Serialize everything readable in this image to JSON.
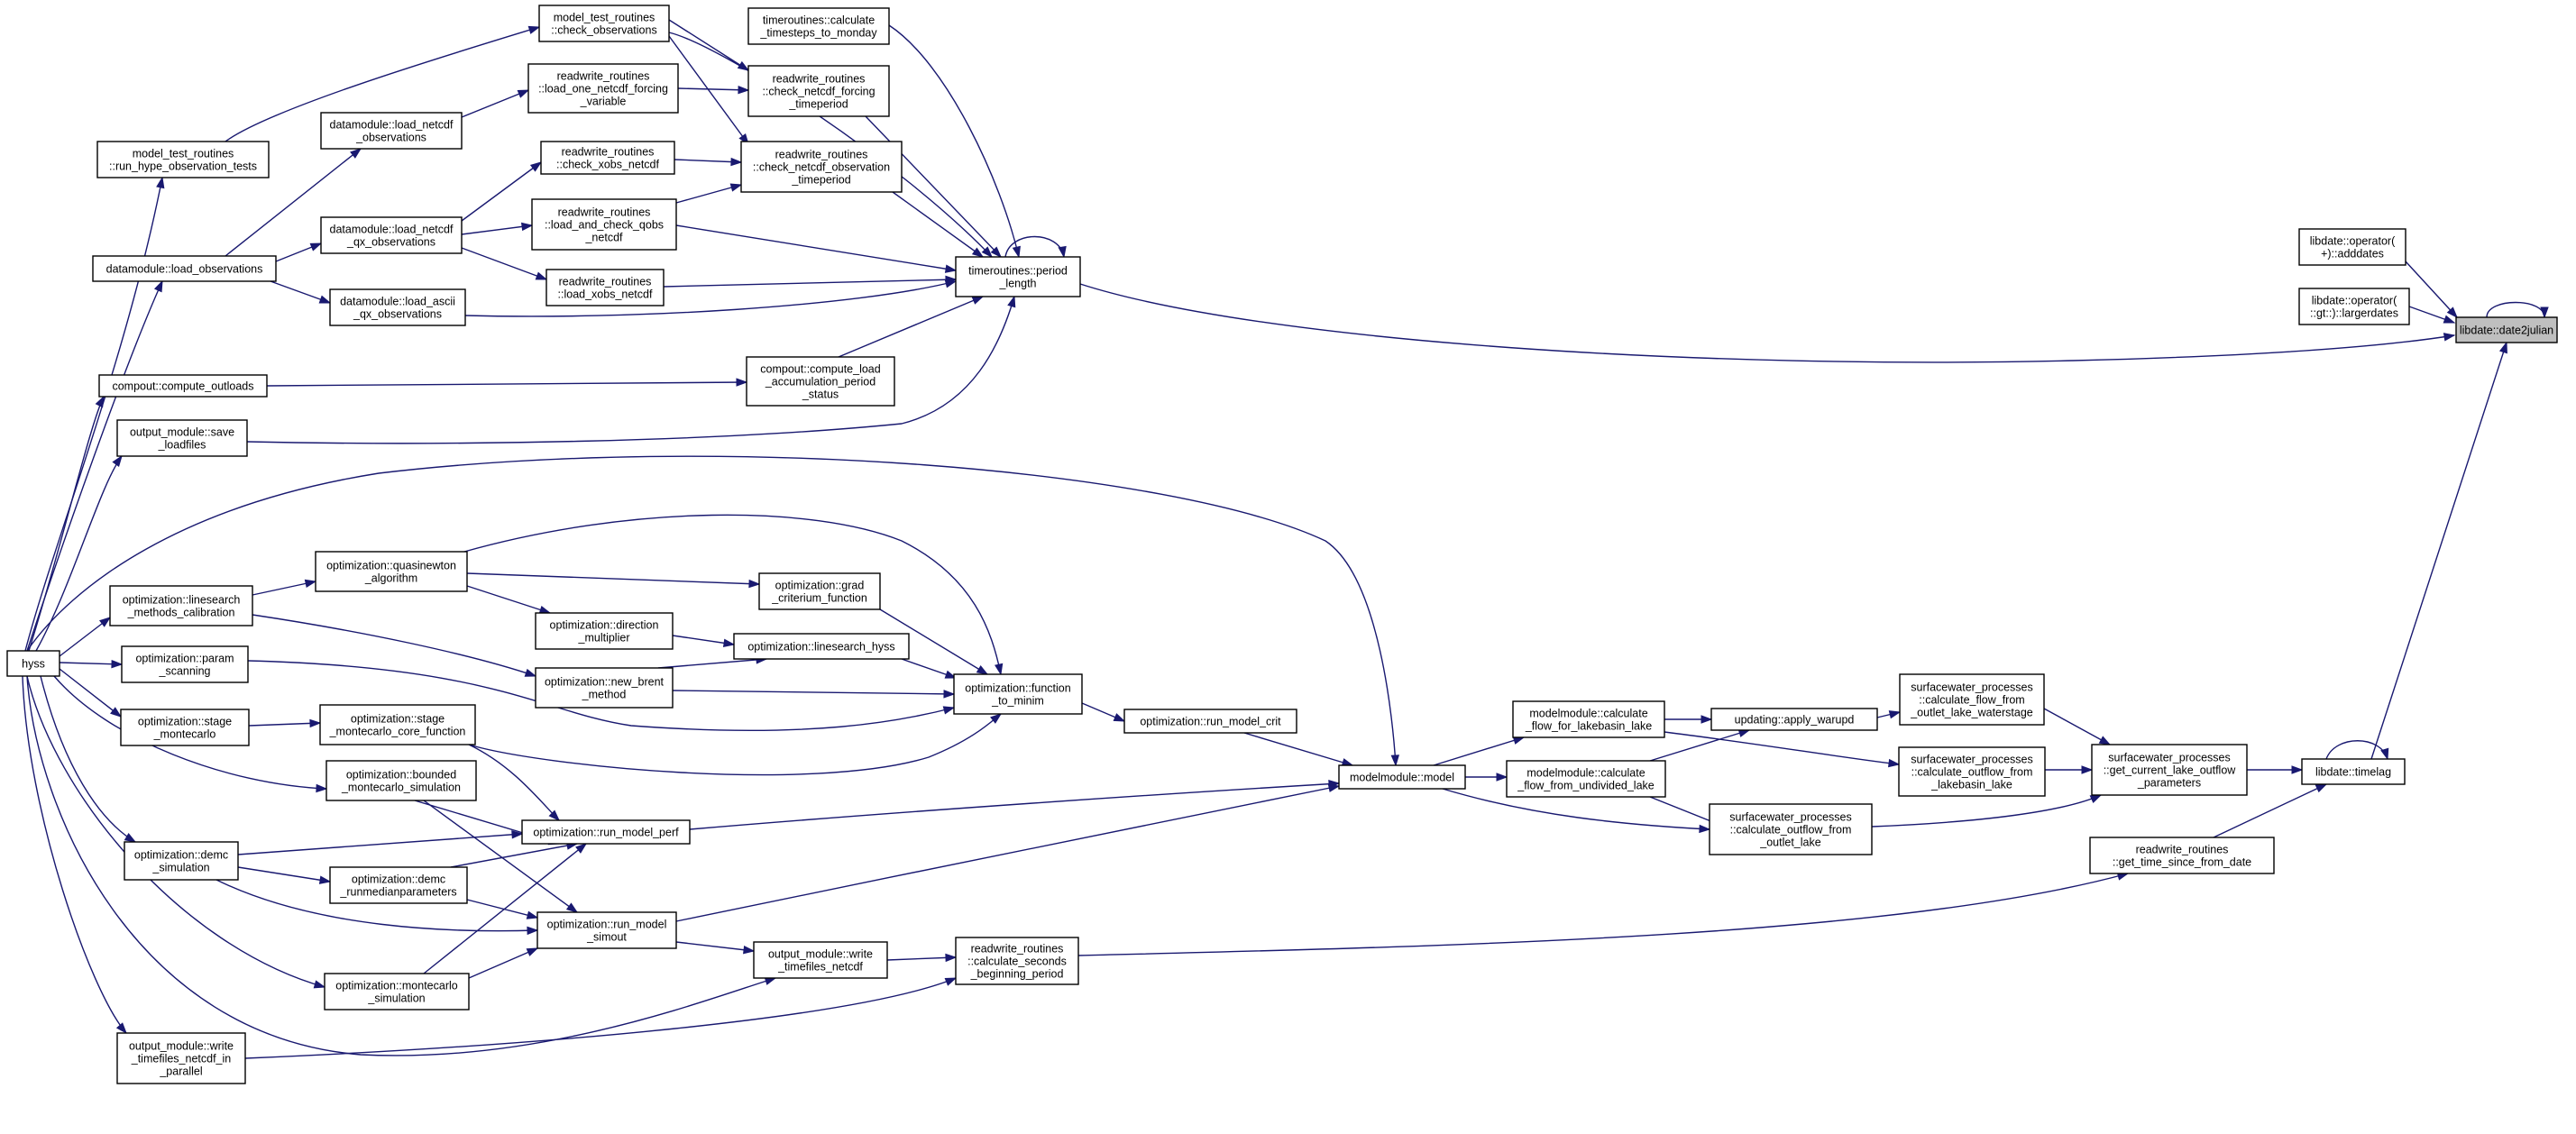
{
  "colors": {
    "edge": "#191970",
    "node_border": "#000000",
    "highlight_fill": "#bfbfbf",
    "background": "#ffffff"
  },
  "nodes": {
    "date2julian": [
      "libdate::date2julian"
    ],
    "adddates": [
      "libdate::operator(",
      "+)::adddates"
    ],
    "largerdates": [
      "libdate::operator(",
      "::gt::)::largerdates"
    ],
    "timelag": [
      "libdate::timelag"
    ],
    "get_time_since": [
      "readwrite_routines",
      "::get_time_since_from_date"
    ],
    "period_length": [
      "timeroutines::period",
      "_length"
    ],
    "get_current_lake": [
      "surfacewater_processes",
      "::get_current_lake_outflow",
      "_parameters"
    ],
    "check_obs": [
      "model_test_routines",
      "::check_observations"
    ],
    "calc_timesteps": [
      "timeroutines::calculate",
      "_timesteps_to_monday"
    ],
    "check_forcing": [
      "readwrite_routines",
      "::check_netcdf_forcing",
      "_timeperiod"
    ],
    "load_one": [
      "readwrite_routines",
      "::load_one_netcdf_forcing",
      "_variable"
    ],
    "check_obs_tp": [
      "readwrite_routines",
      "::check_netcdf_observation",
      "_timeperiod"
    ],
    "dm_load_obs_nc": [
      "datamodule::load_netcdf",
      "_observations"
    ],
    "check_xobs": [
      "readwrite_routines",
      "::check_xobs_netcdf"
    ],
    "run_hype_obs": [
      "model_test_routines",
      "::run_hype_observation_tests"
    ],
    "load_check_qobs": [
      "readwrite_routines",
      "::load_and_check_qobs",
      "_netcdf"
    ],
    "dm_load_qx_nc": [
      "datamodule::load_netcdf",
      "_qx_observations"
    ],
    "dm_load_obs": [
      "datamodule::load_observations"
    ],
    "load_xobs": [
      "readwrite_routines",
      "::load_xobs_netcdf"
    ],
    "dm_load_ascii": [
      "datamodule::load_ascii",
      "_qx_observations"
    ],
    "compute_load": [
      "compout::compute_load",
      "_accumulation_period",
      "_status"
    ],
    "compute_outloads": [
      "compout::compute_outloads"
    ],
    "save_loadfiles": [
      "output_module::save",
      "_loadfiles"
    ],
    "hyss": [
      "hyss"
    ],
    "quasinewton": [
      "optimization::quasinewton",
      "_algorithm"
    ],
    "grad": [
      "optimization::grad",
      "_criterium_function"
    ],
    "linesearch_calib": [
      "optimization::linesearch",
      "_methods_calibration"
    ],
    "direction": [
      "optimization::direction",
      "_multiplier"
    ],
    "linesearch_hyss": [
      "optimization::linesearch_hyss"
    ],
    "param_scanning": [
      "optimization::param",
      "_scanning"
    ],
    "new_brent": [
      "optimization::new_brent",
      "_method"
    ],
    "function_to_minim": [
      "optimization::function",
      "_to_minim"
    ],
    "stage_mc": [
      "optimization::stage",
      "_montecarlo"
    ],
    "stage_mc_core": [
      "optimization::stage",
      "_montecarlo_core_function"
    ],
    "run_model_crit": [
      "optimization::run_model_crit"
    ],
    "calc_flow_lakebasin": [
      "modelmodule::calculate",
      "_flow_for_lakebasin_lake"
    ],
    "apply_warupd": [
      "updating::apply_warupd"
    ],
    "calc_flow_from_outlet_ws": [
      "surfacewater_processes",
      "::calculate_flow_from",
      "_outlet_lake_waterstage"
    ],
    "calc_outflow_lakebasin": [
      "surfacewater_processes",
      "::calculate_outflow_from",
      "_lakebasin_lake"
    ],
    "model": [
      "modelmodule::model"
    ],
    "calc_flow_undivided": [
      "modelmodule::calculate",
      "_flow_from_undivided_lake"
    ],
    "bounded_mc": [
      "optimization::bounded",
      "_montecarlo_simulation"
    ],
    "run_model_perf": [
      "optimization::run_model_perf"
    ],
    "calc_outflow_outlet": [
      "surfacewater_processes",
      "::calculate_outflow_from",
      "_outlet_lake"
    ],
    "demc_sim": [
      "optimization::demc",
      "_simulation"
    ],
    "demc_runmedian": [
      "optimization::demc",
      "_runmedianparameters"
    ],
    "run_model_simout": [
      "optimization::run_model",
      "_simout"
    ],
    "write_timefiles_nc": [
      "output_module::write",
      "_timefiles_netcdf"
    ],
    "calc_seconds": [
      "readwrite_routines",
      "::calculate_seconds",
      "_beginning_period"
    ],
    "montecarlo_sim": [
      "optimization::montecarlo",
      "_simulation"
    ],
    "write_timefiles_par": [
      "output_module::write",
      "_timefiles_netcdf_in",
      "_parallel"
    ]
  }
}
